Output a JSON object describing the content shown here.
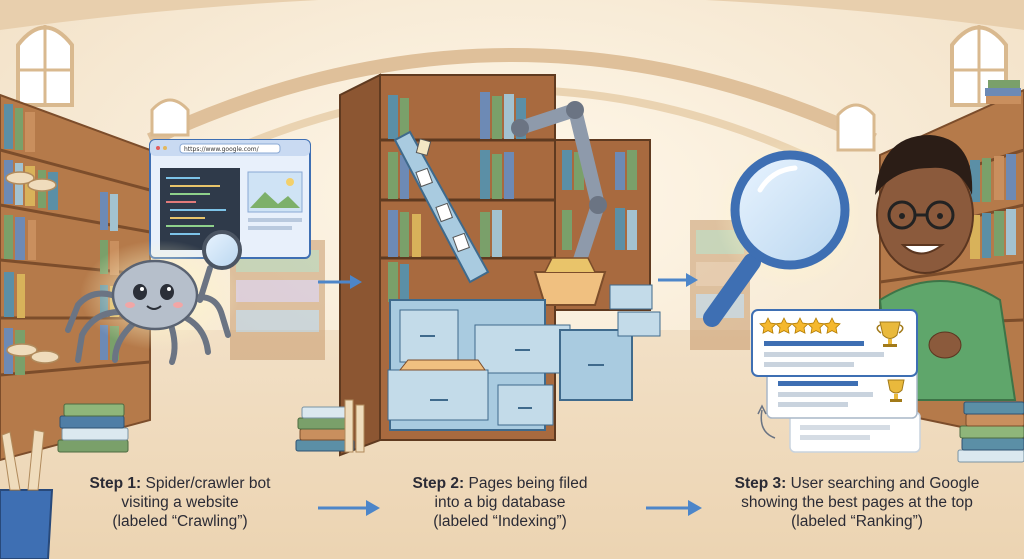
{
  "browser": {
    "url": "https://www.google.com/"
  },
  "steps": [
    {
      "label": "Step 1:",
      "line1": "Spider/crawler bot",
      "line2": "visiting a website",
      "line3": "(labeled “Crawling”)"
    },
    {
      "label": "Step 2:",
      "line1": "Pages being filed",
      "line2": "into a big database",
      "line3": "(labeled “Indexing”)"
    },
    {
      "label": "Step 3:",
      "line1": "User searching and Google",
      "line2": "showing the best pages at the top",
      "line3": "(labeled “Ranking”)"
    }
  ],
  "result_card": {
    "stars": 5,
    "icon": "trophy-icon"
  },
  "colors": {
    "background": "#f7ecdb",
    "shelf_wood": "#a86a3f",
    "cabinet_blue": "#a9cbe0",
    "accent_blue": "#3e6fb3",
    "arrow_blue": "#4d86c9",
    "text": "#2b2b35"
  }
}
